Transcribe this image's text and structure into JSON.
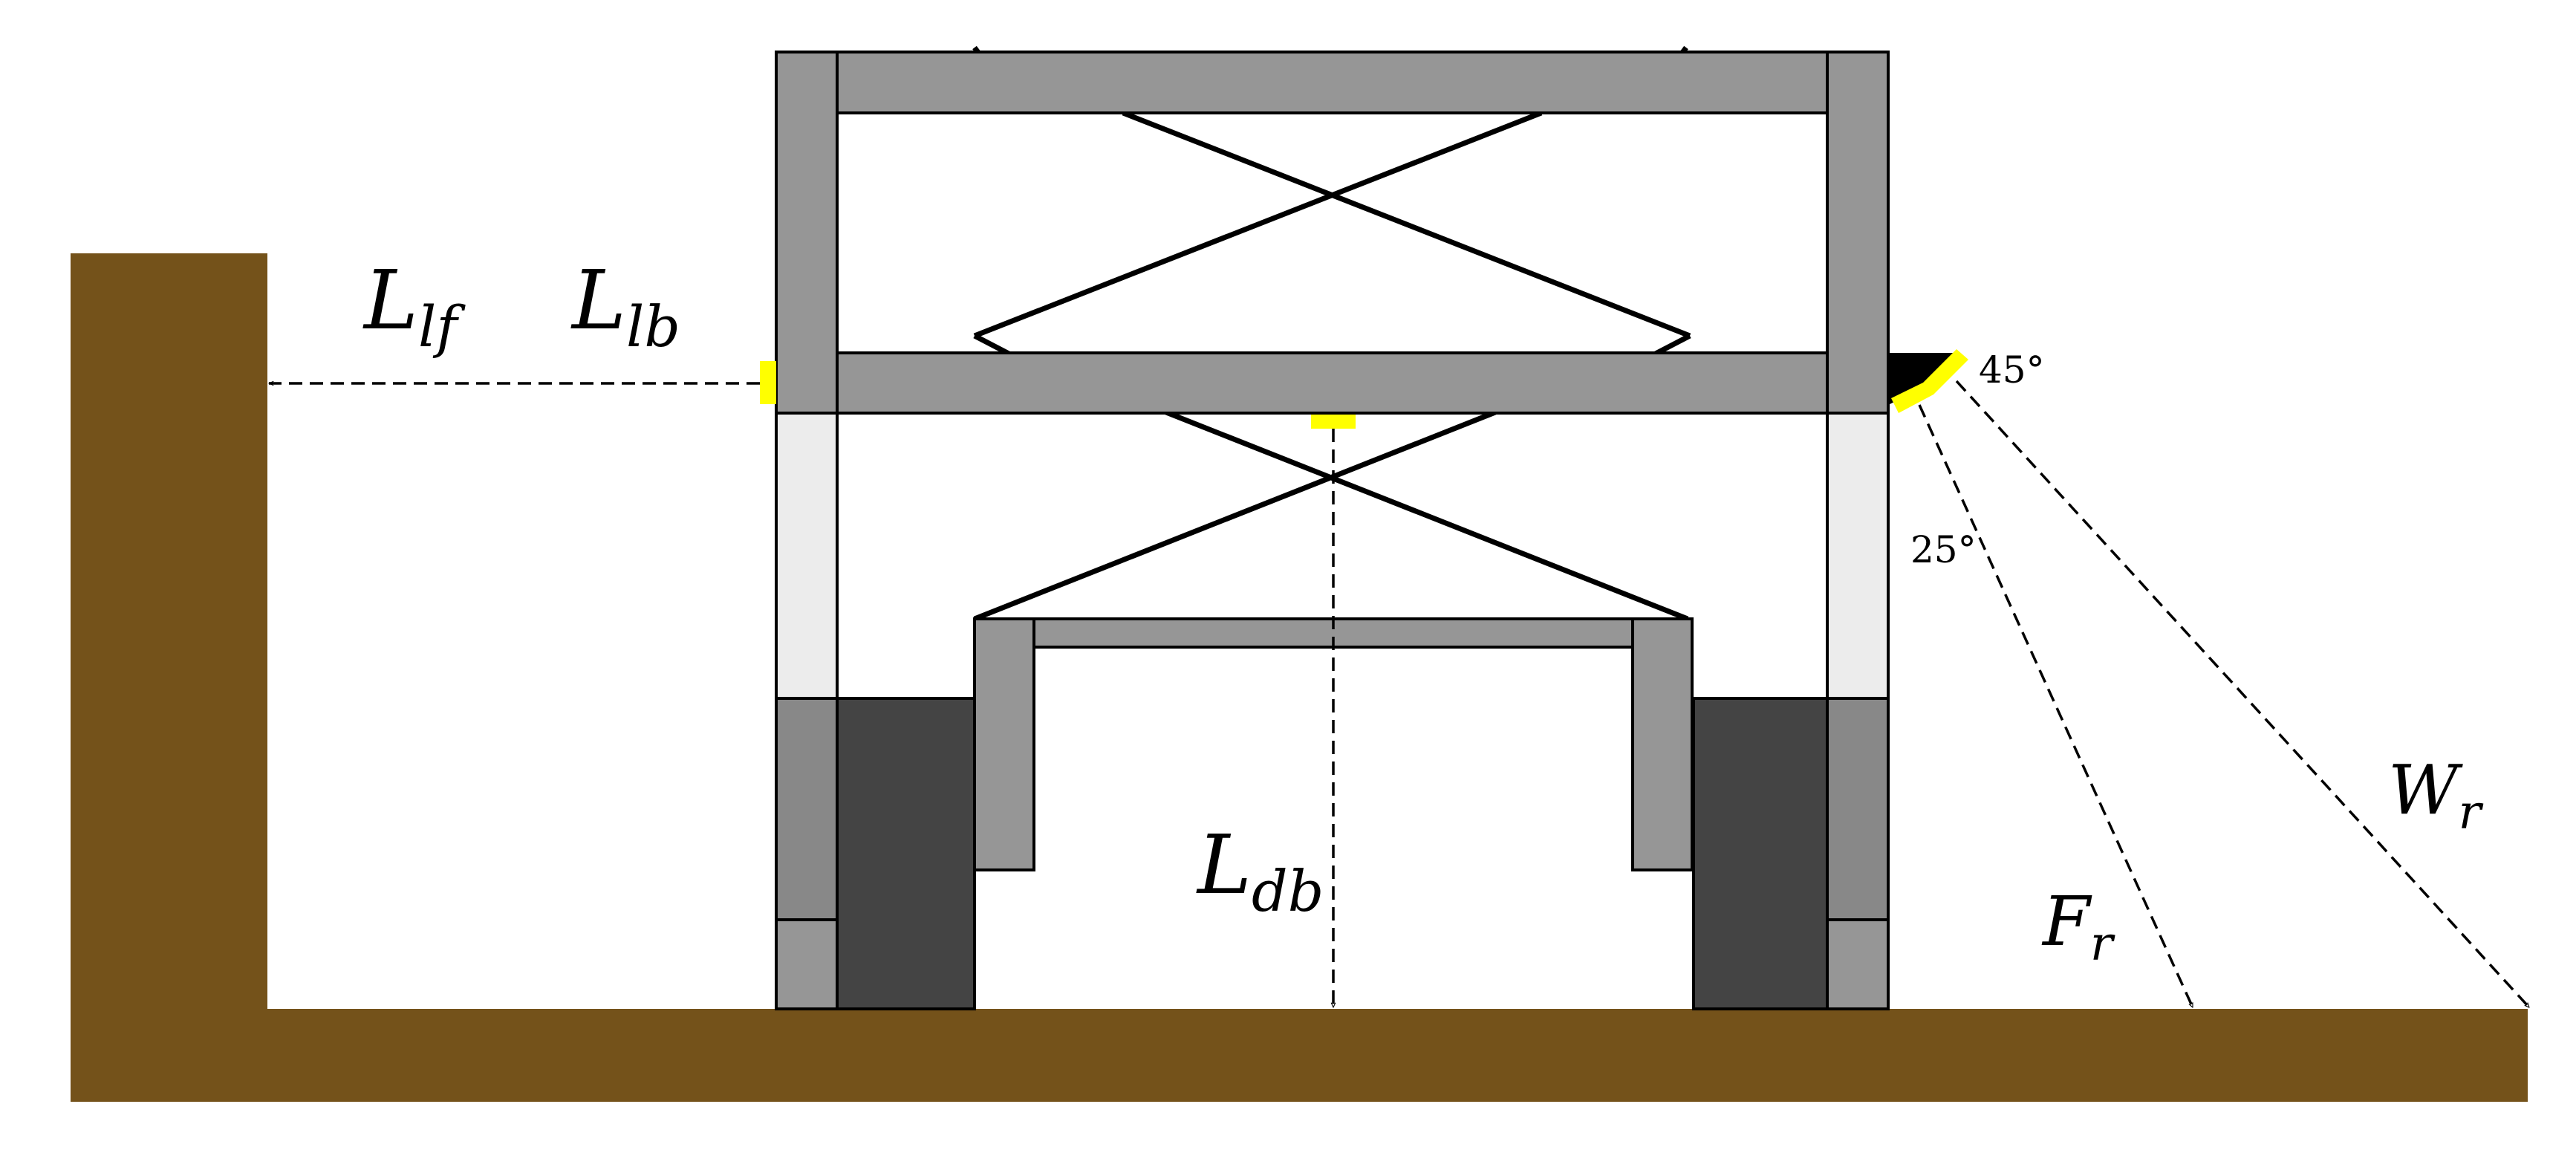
{
  "labels": {
    "llf_base": "L",
    "llf_sub": "lf",
    "llb_base": "L",
    "llb_sub": "lb",
    "ldb_base": "L",
    "ldb_sub": "db",
    "fr_base": "F",
    "fr_sub": "r",
    "wr_base": "W",
    "wr_sub": "r",
    "angle_45": "45°",
    "angle_25": "25°"
  },
  "colors": {
    "ground": "#74521a",
    "frame": "#969696",
    "frame_light": "#ececec",
    "frame_mid": "#888888",
    "wheel": "#444444",
    "sensor": "#ffff00",
    "line": "#000000"
  }
}
